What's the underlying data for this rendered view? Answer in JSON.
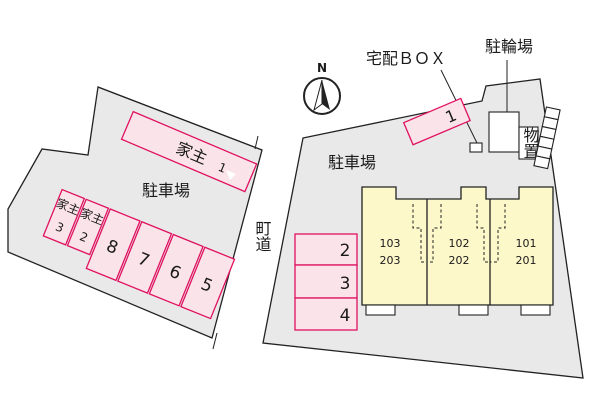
{
  "map": {
    "north_label": "N",
    "road_label": "町道",
    "left_lot": {
      "parking_label": "駐車場",
      "spaces": [
        {
          "label": "家主",
          "number": "1"
        },
        {
          "label": "家主",
          "number": "3"
        },
        {
          "label": "家主",
          "number": "2"
        },
        {
          "number": "8"
        },
        {
          "number": "7"
        },
        {
          "number": "6"
        },
        {
          "number": "5"
        }
      ]
    },
    "right_lot": {
      "parking_label": "駐車場",
      "delivery_box_label": "宅配ＢＯＸ",
      "bicycle_parking_label": "駐輪場",
      "storage_label": "物置",
      "spaces": [
        {
          "number": "1"
        },
        {
          "number": "2"
        },
        {
          "number": "3"
        },
        {
          "number": "4"
        }
      ],
      "units": [
        {
          "upper": "103",
          "lower": "203"
        },
        {
          "upper": "102",
          "lower": "202"
        },
        {
          "upper": "101",
          "lower": "201"
        }
      ]
    }
  }
}
